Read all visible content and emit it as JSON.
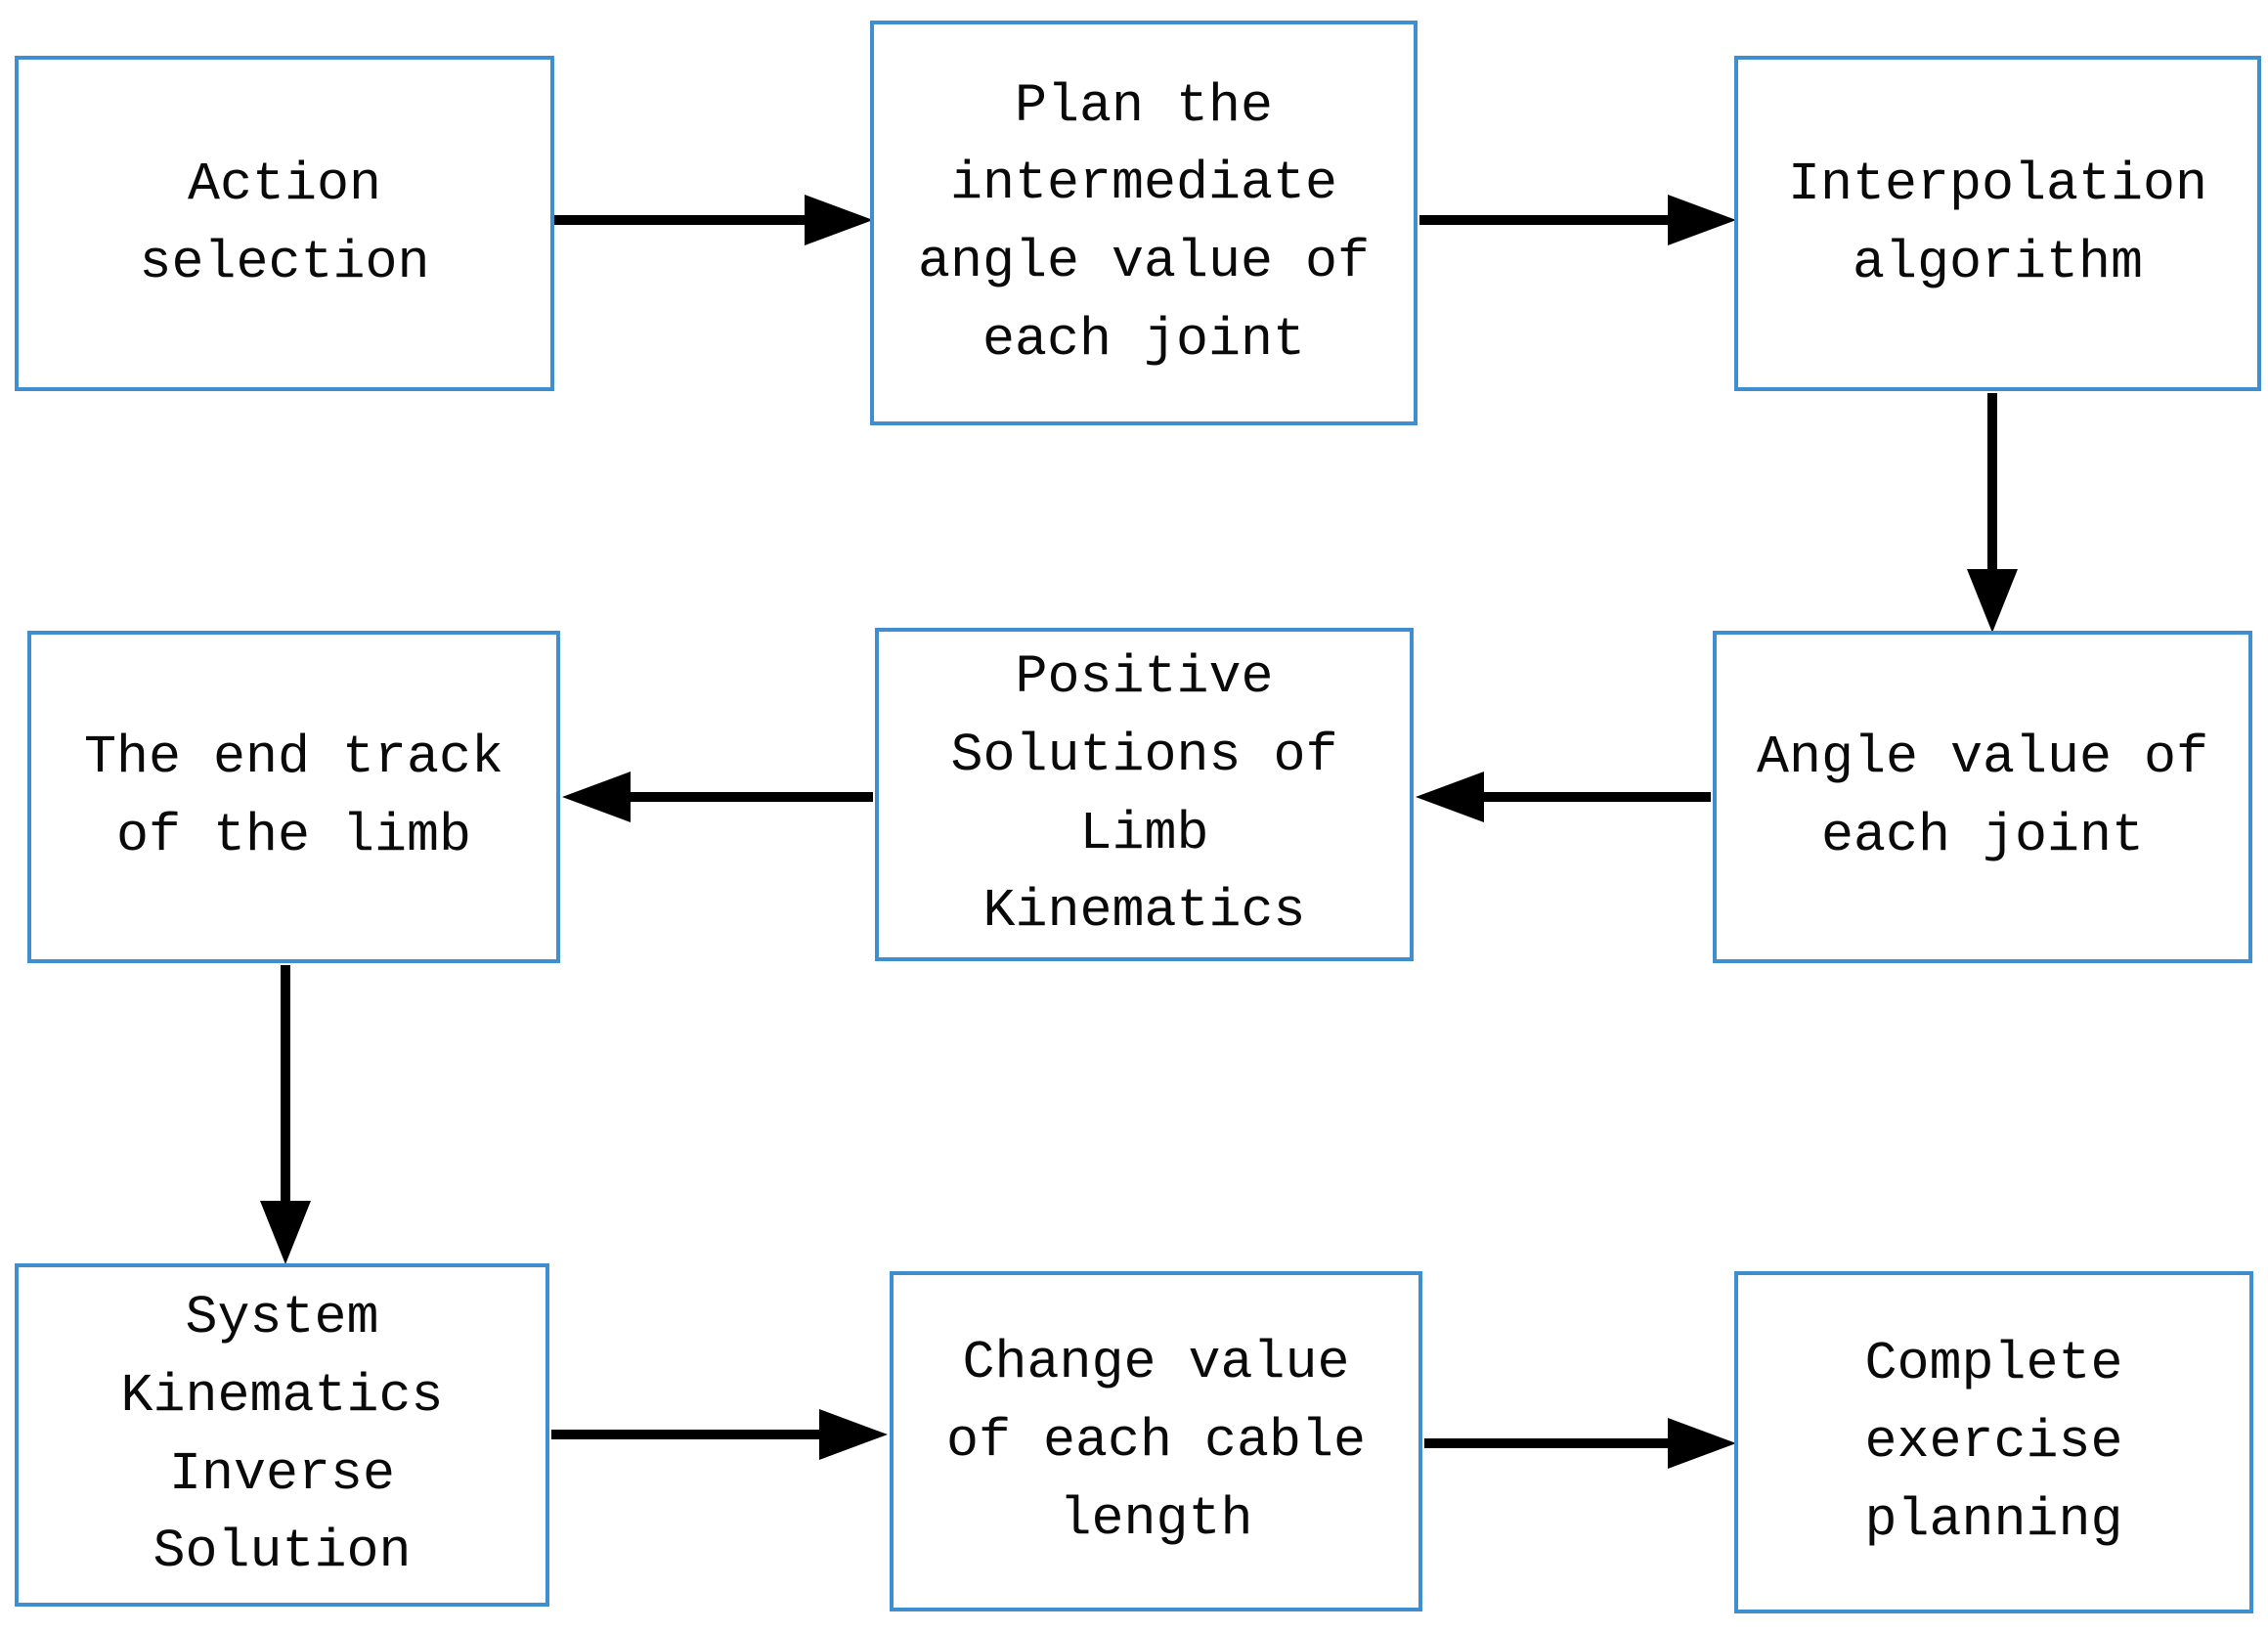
{
  "diagram": {
    "type": "flowchart",
    "nodes": [
      {
        "id": "action-selection",
        "label": "Action\nselection",
        "row": 1,
        "col": 1
      },
      {
        "id": "plan-intermediate-angle",
        "label": "Plan the\nintermediate\nangle value of\neach joint",
        "row": 1,
        "col": 2
      },
      {
        "id": "interpolation-algorithm",
        "label": "Interpolation\nalgorithm",
        "row": 1,
        "col": 3
      },
      {
        "id": "end-track-of-limb",
        "label": "The end track\nof the limb",
        "row": 2,
        "col": 1
      },
      {
        "id": "positive-solutions-limb-kinematics",
        "label": "Positive\nSolutions of\nLimb\nKinematics",
        "row": 2,
        "col": 2
      },
      {
        "id": "angle-value-each-joint",
        "label": "Angle value of\neach joint",
        "row": 2,
        "col": 3
      },
      {
        "id": "system-kinematics-inverse-solution",
        "label": "System\nKinematics\nInverse\nSolution",
        "row": 3,
        "col": 1
      },
      {
        "id": "change-value-cable-length",
        "label": "Change value\nof each cable\nlength",
        "row": 3,
        "col": 2
      },
      {
        "id": "complete-exercise-planning",
        "label": "Complete\nexercise\nplanning",
        "row": 3,
        "col": 3
      }
    ],
    "edges": [
      {
        "from": "action-selection",
        "to": "plan-intermediate-angle",
        "direction": "right"
      },
      {
        "from": "plan-intermediate-angle",
        "to": "interpolation-algorithm",
        "direction": "right"
      },
      {
        "from": "interpolation-algorithm",
        "to": "angle-value-each-joint",
        "direction": "down"
      },
      {
        "from": "angle-value-each-joint",
        "to": "positive-solutions-limb-kinematics",
        "direction": "left"
      },
      {
        "from": "positive-solutions-limb-kinematics",
        "to": "end-track-of-limb",
        "direction": "left"
      },
      {
        "from": "end-track-of-limb",
        "to": "system-kinematics-inverse-solution",
        "direction": "down"
      },
      {
        "from": "system-kinematics-inverse-solution",
        "to": "change-value-cable-length",
        "direction": "right"
      },
      {
        "from": "change-value-cable-length",
        "to": "complete-exercise-planning",
        "direction": "right"
      }
    ],
    "colors": {
      "box_border": "#3e8ed0",
      "arrow": "#000000",
      "text": "#0a0a0a",
      "background": "#ffffff"
    }
  }
}
